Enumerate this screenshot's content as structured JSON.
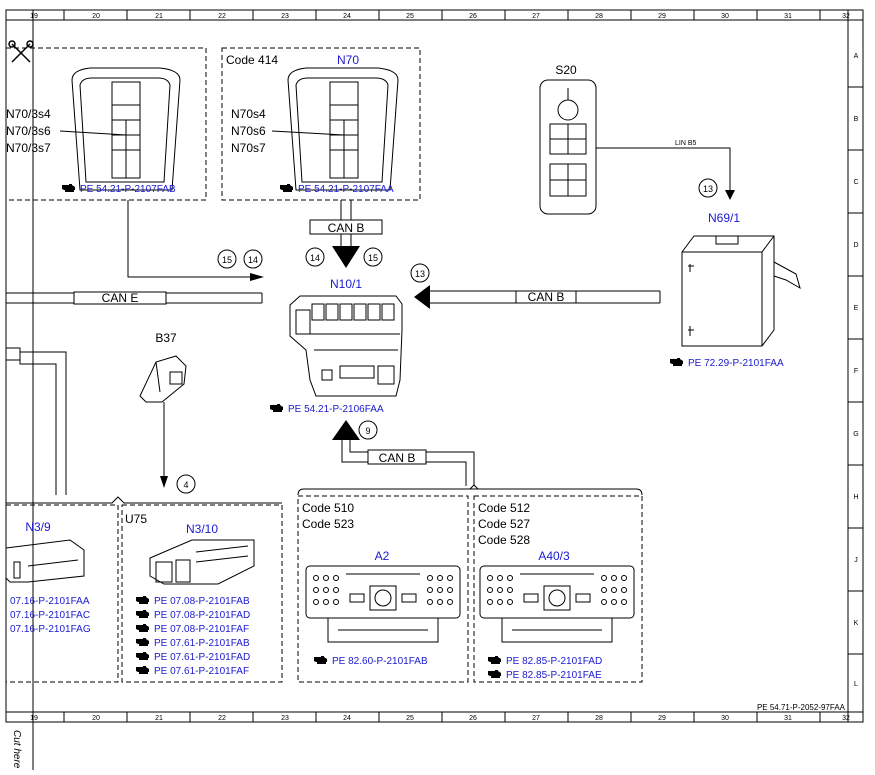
{
  "grid": {
    "columns": [
      "19",
      "20",
      "21",
      "22",
      "23",
      "24",
      "25",
      "26",
      "27",
      "28",
      "29",
      "30",
      "31",
      "32"
    ],
    "rows": [
      "A",
      "B",
      "C",
      "D",
      "E",
      "F",
      "G",
      "H",
      "J",
      "K",
      "L"
    ]
  },
  "doc_ref": "PE 54.71-P-2052-97FAA",
  "cut_here": "Cut here",
  "colors": {
    "link": "#1a1ad0",
    "line": "#000000"
  },
  "components": {
    "n70_left": {
      "pins": [
        "N70/3s4",
        "N70/3s6",
        "N70/3s7"
      ],
      "ref": "PE 54.21-P-2107FAB"
    },
    "n70": {
      "code": "Code 414",
      "title": "N70",
      "pins": [
        "N70s4",
        "N70s6",
        "N70s7"
      ],
      "ref": "PE 54.21-P-2107FAA"
    },
    "s20": {
      "title": "S20"
    },
    "n69": {
      "title": "N69/1",
      "ref": "PE 72.29-P-2101FAA"
    },
    "n10": {
      "title": "N10/1",
      "ref": "PE 54.21-P-2106FAA"
    },
    "b37": {
      "title": "B37"
    },
    "n3_9": {
      "title": "N3/9",
      "refs": [
        "07.16-P-2101FAA",
        "07.16-P-2101FAC",
        "07.16-P-2101FAG"
      ]
    },
    "n3_10": {
      "code": "U75",
      "title": "N3/10",
      "refs": [
        "PE 07.08-P-2101FAB",
        "PE 07.08-P-2101FAD",
        "PE 07.08-P-2101FAF",
        "PE 07.61-P-2101FAB",
        "PE 07.61-P-2101FAD",
        "PE 07.61-P-2101FAF"
      ]
    },
    "a2": {
      "codes": [
        "Code 510",
        "Code 523"
      ],
      "title": "A2",
      "ref": "PE 82.60-P-2101FAB"
    },
    "a40": {
      "codes": [
        "Code 512",
        "Code 527",
        "Code 528"
      ],
      "title": "A40/3",
      "refs": [
        "PE 82.85-P-2101FAD",
        "PE 82.85-P-2101FAE"
      ]
    }
  },
  "buses": {
    "can_e": "CAN E",
    "can_b_top": "CAN B",
    "can_b_right": "CAN B",
    "can_b_bottom": "CAN B",
    "lin": "LIN B5"
  },
  "callouts": {
    "c15a": "15",
    "c14a": "14",
    "c14b": "14",
    "c15b": "15",
    "c13a": "13",
    "c13b": "13",
    "c9": "9",
    "c4": "4"
  }
}
